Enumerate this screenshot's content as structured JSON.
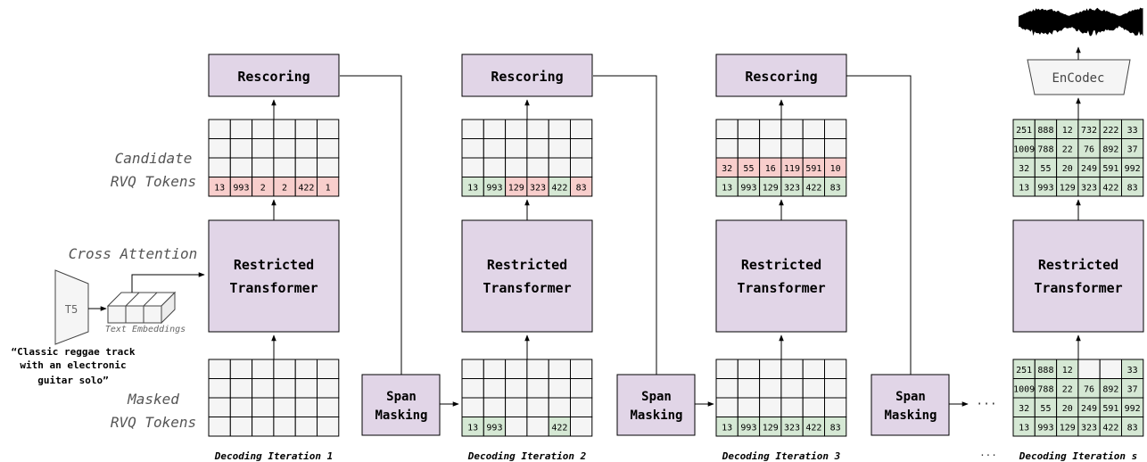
{
  "labels": {
    "rescoring": "Rescoring",
    "transformer_line1": "Restricted",
    "transformer_line2": "Transformer",
    "span_line1": "Span",
    "span_line2": "Masking",
    "candidate_line1": "Candidate",
    "candidate_line2": "RVQ Tokens",
    "masked_line1": "Masked",
    "masked_line2": "RVQ Tokens",
    "cross_attention": "Cross Attention",
    "t5": "T5",
    "text_embeddings": "Text Embeddings",
    "prompt_line1": "“Classic reggae track",
    "prompt_line2": "with an electronic",
    "prompt_line3": "guitar solo”",
    "encodec": "EnCodec",
    "ellipsis": "···"
  },
  "colors": {
    "box_fill": "#e1d5e7",
    "box_stroke": "#000000",
    "cell_empty": "#f5f5f5",
    "cell_green": "#d5e8d4",
    "cell_red": "#f8cecc",
    "t5_fill": "#f5f5f5",
    "encodec_fill": "#f5f5f5"
  },
  "iterations": [
    {
      "title": "Decoding Iteration 1",
      "candidate": [
        [
          "",
          "",
          "",
          "",
          "",
          ""
        ],
        [
          "",
          "",
          "",
          "",
          "",
          ""
        ],
        [
          "",
          "",
          "",
          "",
          "",
          ""
        ],
        [
          "13",
          "993",
          "2",
          "2",
          "422",
          "1"
        ]
      ],
      "candidate_colors": [
        [
          "e",
          "e",
          "e",
          "e",
          "e",
          "e"
        ],
        [
          "e",
          "e",
          "e",
          "e",
          "e",
          "e"
        ],
        [
          "e",
          "e",
          "e",
          "e",
          "e",
          "e"
        ],
        [
          "r",
          "r",
          "r",
          "r",
          "r",
          "r"
        ]
      ],
      "masked": [
        [
          "",
          "",
          "",
          "",
          "",
          ""
        ],
        [
          "",
          "",
          "",
          "",
          "",
          ""
        ],
        [
          "",
          "",
          "",
          "",
          "",
          ""
        ],
        [
          "",
          "",
          "",
          "",
          "",
          ""
        ]
      ],
      "masked_colors": [
        [
          "e",
          "e",
          "e",
          "e",
          "e",
          "e"
        ],
        [
          "e",
          "e",
          "e",
          "e",
          "e",
          "e"
        ],
        [
          "e",
          "e",
          "e",
          "e",
          "e",
          "e"
        ],
        [
          "e",
          "e",
          "e",
          "e",
          "e",
          "e"
        ]
      ]
    },
    {
      "title": "Decoding Iteration 2",
      "candidate": [
        [
          "",
          "",
          "",
          "",
          "",
          ""
        ],
        [
          "",
          "",
          "",
          "",
          "",
          ""
        ],
        [
          "",
          "",
          "",
          "",
          "",
          ""
        ],
        [
          "13",
          "993",
          "129",
          "323",
          "422",
          "83"
        ]
      ],
      "candidate_colors": [
        [
          "e",
          "e",
          "e",
          "e",
          "e",
          "e"
        ],
        [
          "e",
          "e",
          "e",
          "e",
          "e",
          "e"
        ],
        [
          "e",
          "e",
          "e",
          "e",
          "e",
          "e"
        ],
        [
          "g",
          "g",
          "r",
          "r",
          "g",
          "r"
        ]
      ],
      "masked": [
        [
          "",
          "",
          "",
          "",
          "",
          ""
        ],
        [
          "",
          "",
          "",
          "",
          "",
          ""
        ],
        [
          "",
          "",
          "",
          "",
          "",
          ""
        ],
        [
          "13",
          "993",
          "",
          "",
          "422",
          ""
        ]
      ],
      "masked_colors": [
        [
          "e",
          "e",
          "e",
          "e",
          "e",
          "e"
        ],
        [
          "e",
          "e",
          "e",
          "e",
          "e",
          "e"
        ],
        [
          "e",
          "e",
          "e",
          "e",
          "e",
          "e"
        ],
        [
          "g",
          "g",
          "e",
          "e",
          "g",
          "e"
        ]
      ]
    },
    {
      "title": "Decoding Iteration 3",
      "candidate": [
        [
          "",
          "",
          "",
          "",
          "",
          ""
        ],
        [
          "",
          "",
          "",
          "",
          "",
          ""
        ],
        [
          "32",
          "55",
          "16",
          "119",
          "591",
          "10"
        ],
        [
          "13",
          "993",
          "129",
          "323",
          "422",
          "83"
        ]
      ],
      "candidate_colors": [
        [
          "e",
          "e",
          "e",
          "e",
          "e",
          "e"
        ],
        [
          "e",
          "e",
          "e",
          "e",
          "e",
          "e"
        ],
        [
          "r",
          "r",
          "r",
          "r",
          "r",
          "r"
        ],
        [
          "g",
          "g",
          "g",
          "g",
          "g",
          "g"
        ]
      ],
      "masked": [
        [
          "",
          "",
          "",
          "",
          "",
          ""
        ],
        [
          "",
          "",
          "",
          "",
          "",
          ""
        ],
        [
          "",
          "",
          "",
          "",
          "",
          ""
        ],
        [
          "13",
          "993",
          "129",
          "323",
          "422",
          "83"
        ]
      ],
      "masked_colors": [
        [
          "e",
          "e",
          "e",
          "e",
          "e",
          "e"
        ],
        [
          "e",
          "e",
          "e",
          "e",
          "e",
          "e"
        ],
        [
          "e",
          "e",
          "e",
          "e",
          "e",
          "e"
        ],
        [
          "g",
          "g",
          "g",
          "g",
          "g",
          "g"
        ]
      ]
    },
    {
      "title": "Decoding Iteration s",
      "candidate": [
        [
          "251",
          "888",
          "12",
          "732",
          "222",
          "33"
        ],
        [
          "1009",
          "788",
          "22",
          "76",
          "892",
          "37"
        ],
        [
          "32",
          "55",
          "20",
          "249",
          "591",
          "992"
        ],
        [
          "13",
          "993",
          "129",
          "323",
          "422",
          "83"
        ]
      ],
      "candidate_colors": [
        [
          "g",
          "g",
          "g",
          "g",
          "g",
          "g"
        ],
        [
          "g",
          "g",
          "g",
          "g",
          "g",
          "g"
        ],
        [
          "g",
          "g",
          "g",
          "g",
          "g",
          "g"
        ],
        [
          "g",
          "g",
          "g",
          "g",
          "g",
          "g"
        ]
      ],
      "masked": [
        [
          "251",
          "888",
          "12",
          "",
          "",
          "33"
        ],
        [
          "1009",
          "788",
          "22",
          "76",
          "892",
          "37"
        ],
        [
          "32",
          "55",
          "20",
          "249",
          "591",
          "992"
        ],
        [
          "13",
          "993",
          "129",
          "323",
          "422",
          "83"
        ]
      ],
      "masked_colors": [
        [
          "g",
          "g",
          "g",
          "e",
          "e",
          "g"
        ],
        [
          "g",
          "g",
          "g",
          "g",
          "g",
          "g"
        ],
        [
          "g",
          "g",
          "g",
          "g",
          "g",
          "g"
        ],
        [
          "g",
          "g",
          "g",
          "g",
          "g",
          "g"
        ]
      ]
    }
  ]
}
